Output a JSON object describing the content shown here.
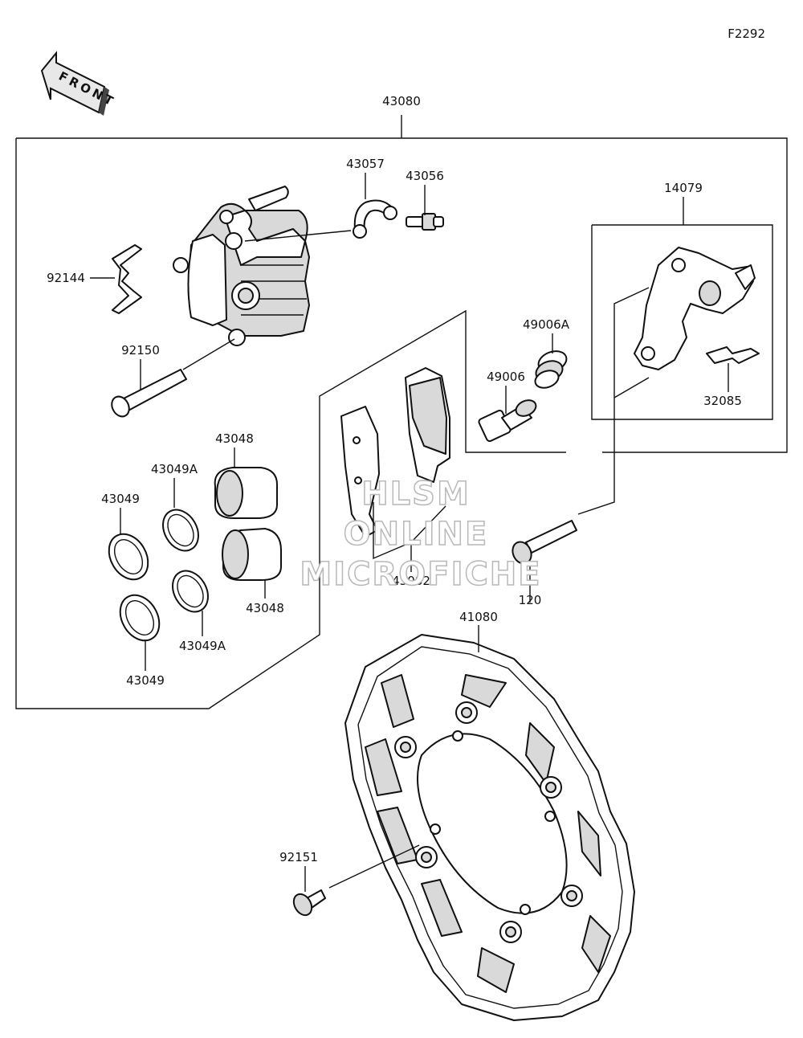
{
  "figure_code": "F2292",
  "front_label": "FRONT",
  "watermark": {
    "line1": "HLSM",
    "line2": "ONLINE",
    "line3": "MICROFICHE"
  },
  "parts": [
    {
      "id": "p43080",
      "number": "43080"
    },
    {
      "id": "p43057",
      "number": "43057"
    },
    {
      "id": "p43056",
      "number": "43056"
    },
    {
      "id": "p14079",
      "number": "14079"
    },
    {
      "id": "p92144",
      "number": "92144"
    },
    {
      "id": "p92150",
      "number": "92150"
    },
    {
      "id": "p49006A",
      "number": "49006A"
    },
    {
      "id": "p49006",
      "number": "49006"
    },
    {
      "id": "p32085",
      "number": "32085"
    },
    {
      "id": "p43048a",
      "number": "43048"
    },
    {
      "id": "p43049Aa",
      "number": "43049A"
    },
    {
      "id": "p43049a",
      "number": "43049"
    },
    {
      "id": "p43048b",
      "number": "43048"
    },
    {
      "id": "p43049Ab",
      "number": "43049A"
    },
    {
      "id": "p43049b",
      "number": "43049"
    },
    {
      "id": "p43082",
      "number": "43082"
    },
    {
      "id": "p120",
      "number": "120"
    },
    {
      "id": "p41080",
      "number": "41080"
    },
    {
      "id": "p92151",
      "number": "92151"
    }
  ]
}
